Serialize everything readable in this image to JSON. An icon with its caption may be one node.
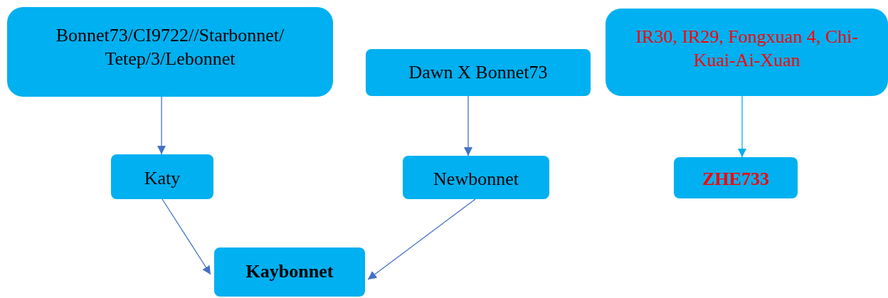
{
  "diagram": {
    "nodes": [
      {
        "text": [
          "Bonnet73/CI9722//Starbonnet/ Tetep/3/Lebonnet"
        ]
      },
      {
        "text": [
          "Dawn X Bonnet73"
        ]
      },
      {
        "text": [
          "IR30, IR29, Fongxuan 4, Chi-Kuai-Ai-Xuan"
        ]
      },
      {
        "text": [
          "Katy"
        ]
      },
      {
        "text": [
          "Newbonnet"
        ]
      },
      {
        "text": [
          "ZHE733"
        ]
      },
      {
        "text": [
          "Kaybonnet"
        ]
      }
    ],
    "edges": [
      {
        "from": 0,
        "to": 3,
        "arrow": "to"
      },
      {
        "from": 1,
        "to": 4,
        "arrow": "to"
      },
      {
        "from": 2,
        "to": 5,
        "arrow": "to",
        "color": "#00b0f0"
      },
      {
        "from": 3,
        "to": 6,
        "arrow": "to"
      },
      {
        "from": 4,
        "to": 6,
        "arrow": "to"
      }
    ]
  }
}
